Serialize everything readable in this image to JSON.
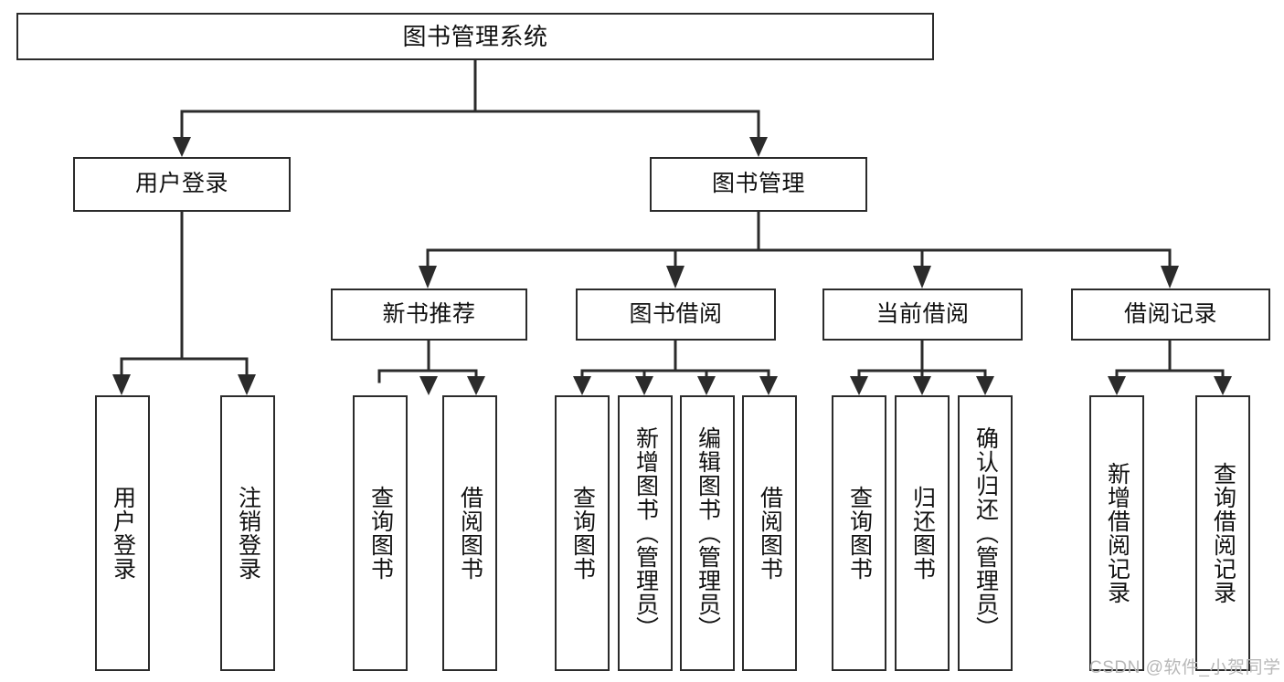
{
  "diagram": {
    "type": "tree",
    "title": "图书管理系统",
    "watermark": "CSDN @软件_小贺同学",
    "colors": {
      "box_border": "#2b2b2b",
      "box_fill": "#ffffff",
      "line": "#2b2b2b",
      "text": "#111111",
      "watermark": "#b8b8b8"
    },
    "nodes": {
      "root": {
        "label": "图书管理系统"
      },
      "level1": [
        {
          "label": "用户登录"
        },
        {
          "label": "图书管理"
        }
      ],
      "level2": [
        {
          "label": "新书推荐"
        },
        {
          "label": "图书借阅"
        },
        {
          "label": "当前借阅"
        },
        {
          "label": "借阅记录"
        }
      ],
      "leaves": {
        "user_login": [
          {
            "label": "用户登录"
          },
          {
            "label": "注销登录"
          }
        ],
        "new_book": [
          {
            "label": "查询图书"
          },
          {
            "label": "借阅图书"
          }
        ],
        "book_borrow": [
          {
            "label": "查询图书"
          },
          {
            "label": "新增图书（管理员）"
          },
          {
            "label": "编辑图书（管理员）"
          },
          {
            "label": "借阅图书"
          }
        ],
        "current_borrow": [
          {
            "label": "查询图书"
          },
          {
            "label": "归还图书"
          },
          {
            "label": "确认归还（管理员）"
          }
        ],
        "borrow_record": [
          {
            "label": "新增借阅记录"
          },
          {
            "label": "查询借阅记录"
          }
        ]
      }
    }
  }
}
